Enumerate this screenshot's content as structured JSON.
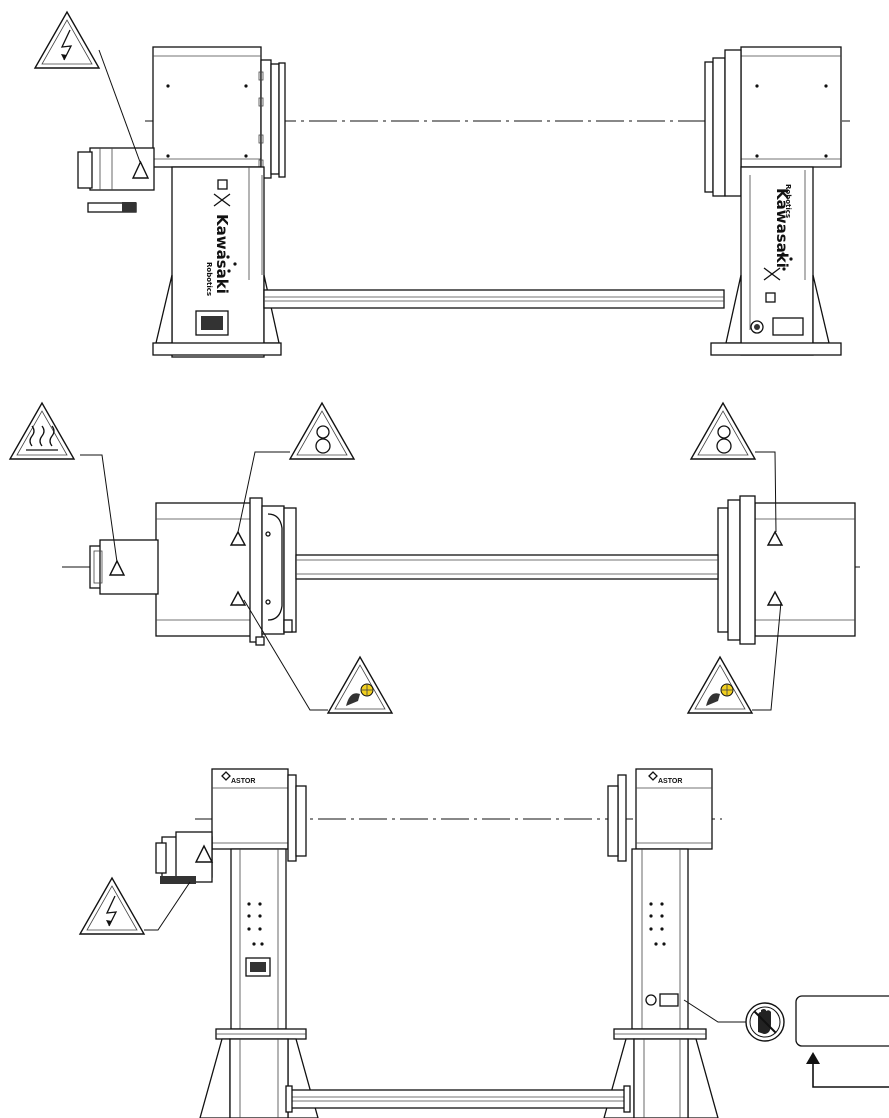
{
  "brand_name": "Kawasaki",
  "brand_sub": "Robotics",
  "astor_label": "ASTOR",
  "colors": {
    "line": "#111111",
    "background": "#ffffff",
    "warning_accent": "#f2d01e"
  },
  "icons": {
    "electric": "electric-hazard-icon",
    "hot": "hot-surface-icon",
    "lifting": "lifting-hook-icon",
    "crush": "hand-crush-icon",
    "no_touch": "no-touch-icon"
  }
}
